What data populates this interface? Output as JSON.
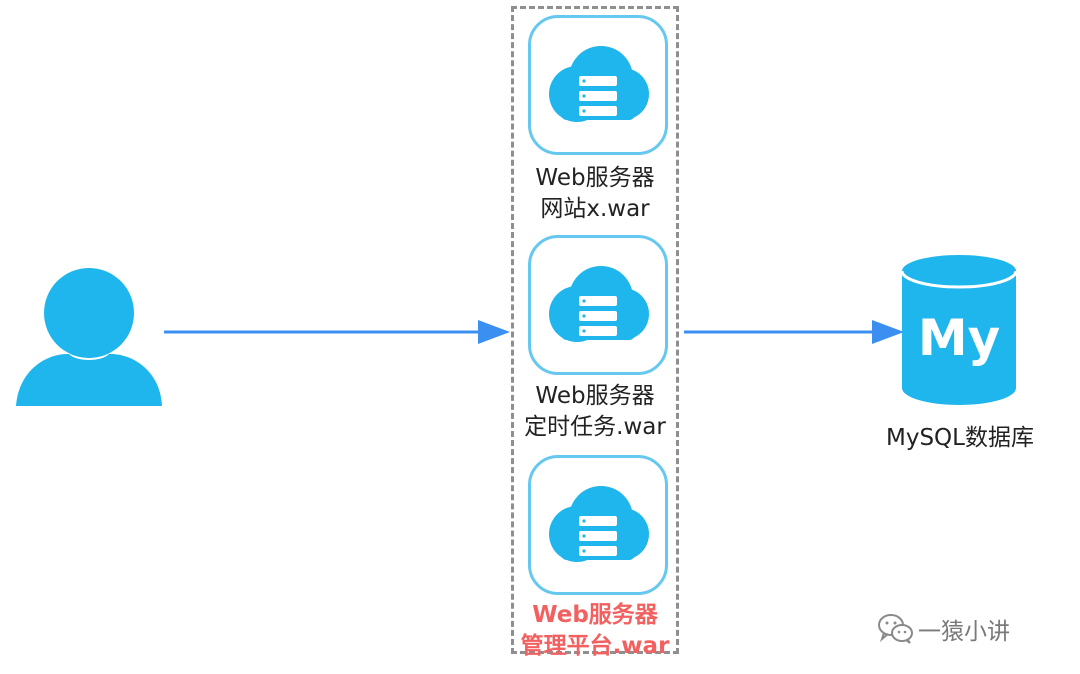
{
  "servers": [
    {
      "line1": "Web服务器",
      "line2": "网站x.war",
      "highlight": false
    },
    {
      "line1": "Web服务器",
      "line2": "定时任务.war",
      "highlight": false
    },
    {
      "line1": "Web服务器",
      "line2": "管理平台.war",
      "highlight": true
    }
  ],
  "database": {
    "logo_text": "My",
    "label": "MySQL数据库"
  },
  "watermark": {
    "text": "一猿小讲",
    "icon": "wechat-icon"
  },
  "icons": {
    "user": "user-icon",
    "cloud_server": "cloud-server-icon",
    "database": "database-icon"
  },
  "colors": {
    "accent_blue": "#1eb6ec",
    "card_border": "#66c8ef",
    "arrow": "#3b8ff0",
    "highlight_text": "#f26060",
    "dashed_border": "#8f8f8f"
  }
}
